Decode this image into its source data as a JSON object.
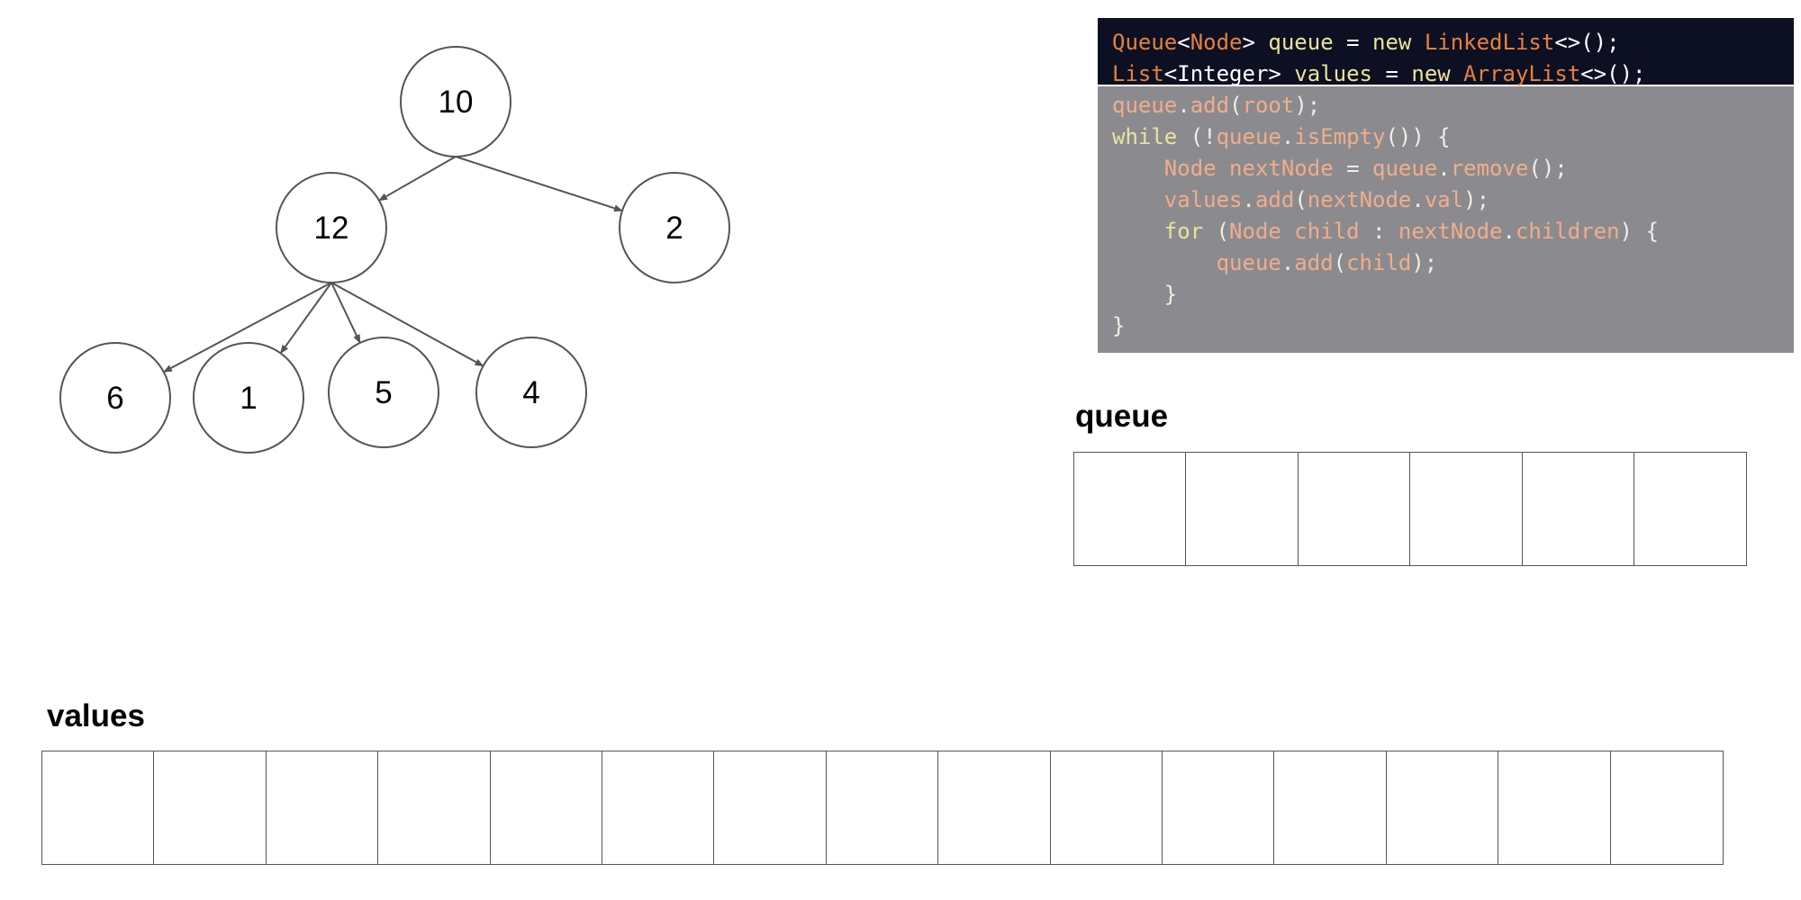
{
  "tree": {
    "nodes": [
      {
        "id": "n10",
        "label": "10"
      },
      {
        "id": "n12",
        "label": "12"
      },
      {
        "id": "n2",
        "label": "2"
      },
      {
        "id": "n6",
        "label": "6"
      },
      {
        "id": "n1",
        "label": "1"
      },
      {
        "id": "n5",
        "label": "5"
      },
      {
        "id": "n4",
        "label": "4"
      }
    ],
    "edges": [
      [
        "n10",
        "n12"
      ],
      [
        "n10",
        "n2"
      ],
      [
        "n12",
        "n6"
      ],
      [
        "n12",
        "n1"
      ],
      [
        "n12",
        "n5"
      ],
      [
        "n12",
        "n4"
      ]
    ]
  },
  "code": {
    "header_lines": [
      [
        [
          "orange",
          "Queue"
        ],
        [
          "white",
          "<"
        ],
        [
          "orange",
          "Node"
        ],
        [
          "white",
          "> "
        ],
        [
          "keyword",
          "queue"
        ],
        [
          "white",
          " = "
        ],
        [
          "keyword",
          "new "
        ],
        [
          "orange",
          "LinkedList"
        ],
        [
          "white",
          "<>();"
        ]
      ],
      [
        [
          "orange",
          "List"
        ],
        [
          "white",
          "<"
        ],
        [
          "white",
          "Integer"
        ],
        [
          "white",
          "> "
        ],
        [
          "keyword",
          "values"
        ],
        [
          "white",
          " = "
        ],
        [
          "keyword",
          "new "
        ],
        [
          "orange",
          "ArrayList"
        ],
        [
          "white",
          "<>();"
        ]
      ]
    ],
    "body_lines": [
      [
        [
          "dimorange",
          "queue"
        ],
        [
          "dimwhite",
          "."
        ],
        [
          "dimorange",
          "add"
        ],
        [
          "dimwhite",
          "("
        ],
        [
          "dimorange",
          "root"
        ],
        [
          "dimwhite",
          ");"
        ]
      ],
      [
        [
          "keyword",
          "while "
        ],
        [
          "dimwhite",
          "(!"
        ],
        [
          "dimorange",
          "queue"
        ],
        [
          "dimwhite",
          "."
        ],
        [
          "dimorange",
          "isEmpty"
        ],
        [
          "dimwhite",
          "()) {"
        ]
      ],
      [
        [
          "dimwhite",
          "    "
        ],
        [
          "dimorange",
          "Node nextNode"
        ],
        [
          "dimwhite",
          " = "
        ],
        [
          "dimorange",
          "queue"
        ],
        [
          "dimwhite",
          "."
        ],
        [
          "dimorange",
          "remove"
        ],
        [
          "dimwhite",
          "();"
        ]
      ],
      [
        [
          "dimwhite",
          "    "
        ],
        [
          "dimorange",
          "values"
        ],
        [
          "dimwhite",
          "."
        ],
        [
          "dimorange",
          "add"
        ],
        [
          "dimwhite",
          "("
        ],
        [
          "dimorange",
          "nextNode"
        ],
        [
          "dimwhite",
          "."
        ],
        [
          "dimorange",
          "val"
        ],
        [
          "dimwhite",
          ");"
        ]
      ],
      [
        [
          "dimwhite",
          "    "
        ],
        [
          "keyword",
          "for "
        ],
        [
          "dimwhite",
          "("
        ],
        [
          "dimorange",
          "Node child"
        ],
        [
          "dimwhite",
          " : "
        ],
        [
          "dimorange",
          "nextNode"
        ],
        [
          "dimwhite",
          "."
        ],
        [
          "dimorange",
          "children"
        ],
        [
          "dimwhite",
          ") {"
        ]
      ],
      [
        [
          "dimwhite",
          "        "
        ],
        [
          "dimorange",
          "queue"
        ],
        [
          "dimwhite",
          "."
        ],
        [
          "dimorange",
          "add"
        ],
        [
          "dimwhite",
          "("
        ],
        [
          "dimorange",
          "child"
        ],
        [
          "dimwhite",
          ");"
        ]
      ],
      [
        [
          "dimwhite",
          "    }"
        ]
      ],
      [
        [
          "dimwhite",
          "}"
        ]
      ]
    ]
  },
  "queue": {
    "label": "queue",
    "cells": [
      "",
      "",
      "",
      "",
      "",
      ""
    ]
  },
  "values": {
    "label": "values",
    "cells": [
      "",
      "",
      "",
      "",
      "",
      "",
      "",
      "",
      "",
      "",
      "",
      "",
      "",
      "",
      ""
    ]
  }
}
